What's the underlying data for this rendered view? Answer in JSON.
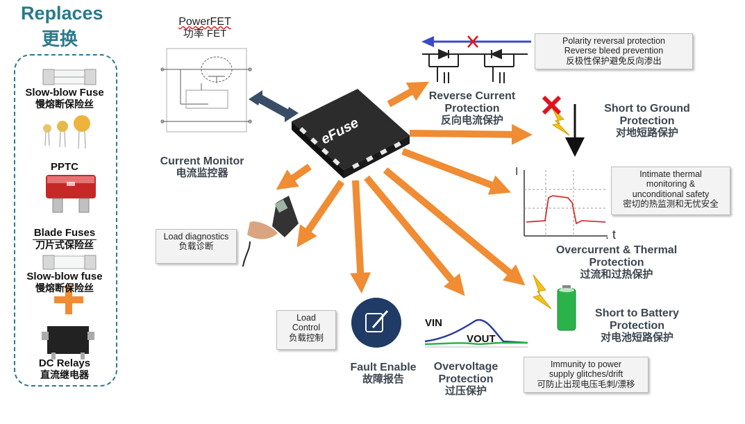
{
  "replaces": {
    "title_en": "Replaces",
    "title_zh": "更换",
    "items": [
      {
        "en": "Slow-blow Fuse",
        "zh": "慢熔断保险丝"
      },
      {
        "en": "PPTC",
        "zh": ""
      },
      {
        "en": "Blade Fuses",
        "zh": "刀片式保险丝"
      },
      {
        "en": "Slow-blow fuse",
        "zh": "慢熔断保险丝"
      },
      {
        "en": "DC Relays",
        "zh": "直流继电器"
      }
    ]
  },
  "powerfet": {
    "en": "PowerFET",
    "zh": "功率 FET"
  },
  "chip": {
    "label": "eFuse"
  },
  "current_monitor": {
    "en": "Current Monitor",
    "zh": "电流监控器"
  },
  "load_diagnostics": {
    "en": "Load diagnostics",
    "zh": "负载诊断"
  },
  "load_control": {
    "en1": "Load",
    "en2": "Control",
    "zh": "负载控制"
  },
  "fault_enable": {
    "en": "Fault Enable",
    "zh": "故障报告"
  },
  "overvoltage": {
    "en1": "Overvoltage",
    "en2": "Protection",
    "zh": "过压保护",
    "vin": "VIN",
    "vout": "VOUT"
  },
  "immunity": {
    "en1": "Immunity to power",
    "en2": "supply glitches/drift",
    "zh": "可防止出现电压毛刺/漂移"
  },
  "reverse_current": {
    "en1": "Reverse Current",
    "en2": "Protection",
    "zh": "反向电流保护"
  },
  "polarity": {
    "en1": "Polarity reversal protection",
    "en2": "Reverse bleed prevention",
    "zh": "反极性保护避免反向渗出"
  },
  "short_ground": {
    "en1": "Short to Ground",
    "en2": "Protection",
    "zh": "对地短路保护"
  },
  "thermal_note": {
    "en1": "Intimate thermal",
    "en2": "monitoring &",
    "en3": "unconditional safety",
    "zh": "密切的热监测和无忧安全"
  },
  "overcurrent": {
    "en1": "Overcurrent & Thermal",
    "en2": "Protection",
    "zh": "过流和过热保护",
    "axis_y": "I",
    "axis_x": ". t"
  },
  "short_battery": {
    "en1": "Short to Battery",
    "en2": "Protection",
    "zh": "对电池短路保护"
  },
  "colors": {
    "arrow": "#f08c33",
    "teal": "#2a7a8c",
    "chip": "#3a3a3a",
    "navy": "#1f3b66",
    "red": "#e0141b",
    "green": "#2bb34a"
  }
}
